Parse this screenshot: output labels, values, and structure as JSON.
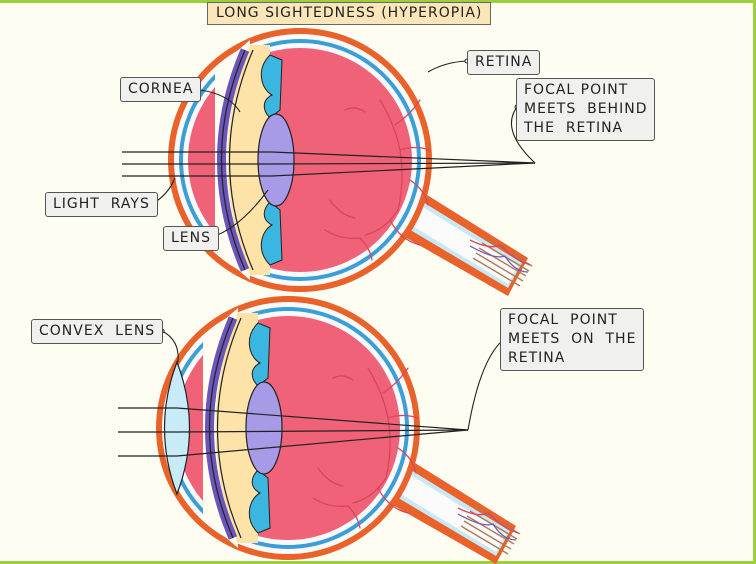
{
  "title": "LONG SIGHTEDNESS (HYPEROPIA)",
  "top_eye": {
    "labels": {
      "cornea": "CORNEA",
      "retina": "RETINA",
      "focal_point": "FOCAL POINT\nMEETS  BEHIND\nTHE  RETINA",
      "light_rays": "LIGHT  RAYS",
      "lens": "LENS"
    }
  },
  "bottom_eye": {
    "labels": {
      "convex_lens": "CONVEX  LENS",
      "focal_point": "FOCAL  POINT\nMEETS  ON  THE\nRETINA"
    }
  },
  "colors": {
    "background": "#fefdf2",
    "frame": "#9bcf3c",
    "sclera_outer": "#e8622a",
    "choroid": "#3a9fd8",
    "eyeball": "#ef6277",
    "cornea": "#6b55b8",
    "lens": "#a79ae6",
    "aqueous": "#fde3a8",
    "iris": "#3bb6e0",
    "convex_lens": "#c7ecf8",
    "title_bg": "#fbe6b9"
  }
}
